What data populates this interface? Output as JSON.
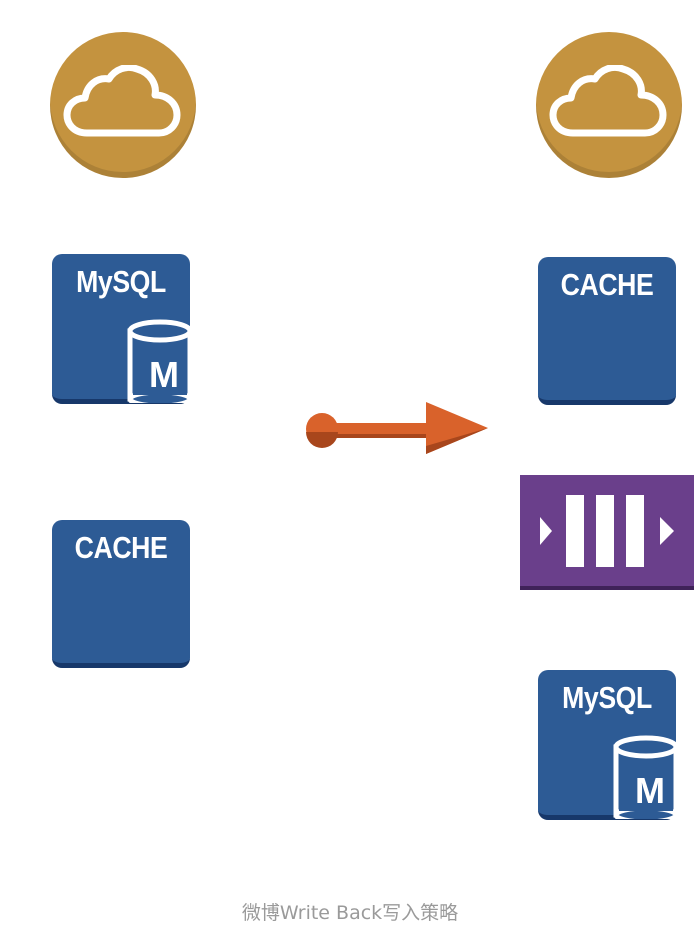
{
  "caption": "微博Write Back写入策略",
  "left_column": {
    "cloud_icon": "cloud-icon",
    "mysql_label": "MySQL",
    "mysql_db_letter": "M",
    "cache_label": "CACHE"
  },
  "transition_arrow": {
    "icon": "arrow-right-icon",
    "color": "#d9622b"
  },
  "right_column": {
    "cloud_icon": "cloud-icon",
    "cache_label": "CACHE",
    "queue_icon": "queue-icon",
    "mysql_label": "MySQL",
    "mysql_db_letter": "M"
  },
  "colors": {
    "cloud": "#c4933f",
    "tile": "#2d5b95",
    "queue": "#6a3f8b",
    "arrow": "#d9622b"
  }
}
